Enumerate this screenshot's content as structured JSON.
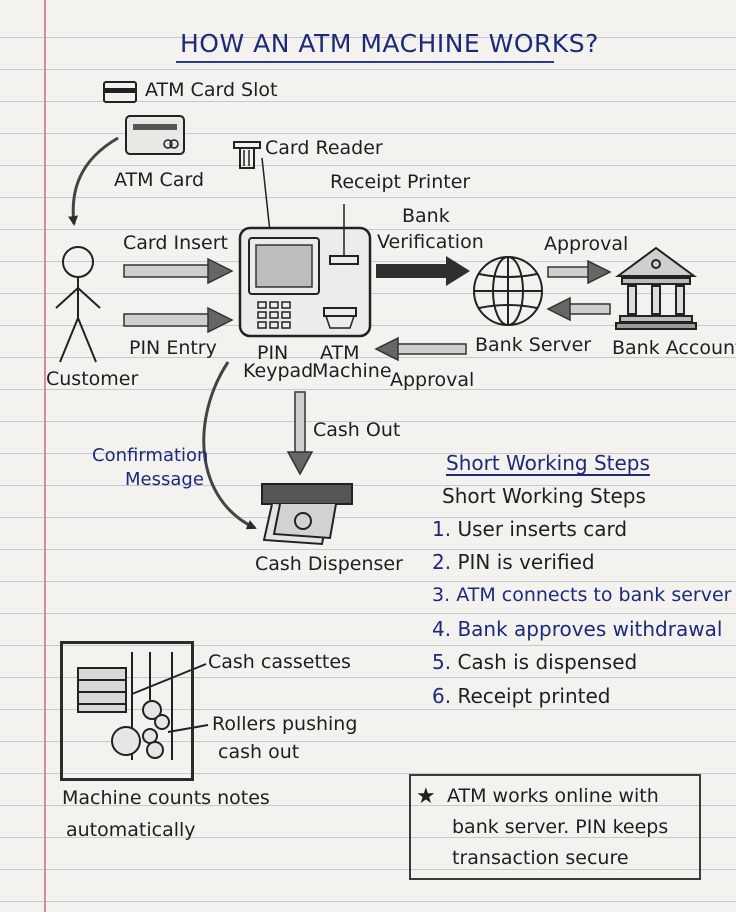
{
  "title": "HOW AN ATM MACHINE WORKS?",
  "labels": {
    "atm_card_slot": "ATM Card Slot",
    "card_reader": "Card Reader",
    "atm_card": "ATM Card",
    "receipt_printer": "Receipt Printer",
    "bank_verification_1": "Bank",
    "bank_verification_2": "Verification",
    "approval_top": "Approval",
    "card_insert": "Card Insert",
    "pin_entry": "PIN Entry",
    "customer": "Customer",
    "pin_keypad_1": "PIN",
    "pin_keypad_2": "Keypad",
    "atm_machine_1": "ATM",
    "atm_machine_2": "Machine",
    "bank_server": "Bank Server",
    "bank_account": "Bank Account",
    "approval_bottom": "Approval",
    "confirmation_1": "Confirmation",
    "confirmation_2": "Message",
    "cash_out": "Cash Out",
    "cash_dispenser": "Cash Dispenser",
    "cash_cassettes": "Cash cassettes",
    "rollers_1": "Rollers pushing",
    "rollers_2": "cash out",
    "machine_counts_1": "Machine counts notes",
    "machine_counts_2": "automatically"
  },
  "steps": {
    "heading_blue": "Short Working Steps",
    "heading_black": "Short Working Steps",
    "items": [
      {
        "num": "1.",
        "text": "User inserts card"
      },
      {
        "num": "2.",
        "text": "PIN is verified"
      },
      {
        "num": "3.",
        "text": "ATM connects to bank server"
      },
      {
        "num": "4.",
        "text": "Bank approves withdrawal"
      },
      {
        "num": "5.",
        "text": "Cash is dispensed"
      },
      {
        "num": "6.",
        "text": "Receipt printed"
      }
    ]
  },
  "note": {
    "star": "★",
    "line1": "ATM works online with",
    "line2": "bank server. PIN keeps",
    "line3": "transaction secure"
  }
}
